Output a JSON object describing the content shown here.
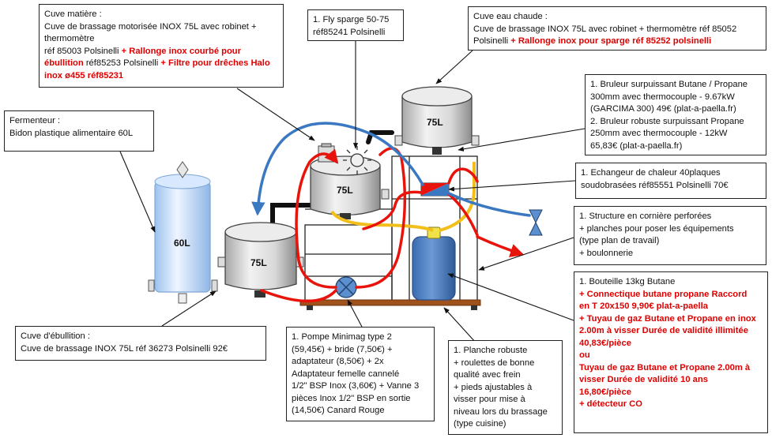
{
  "tanks": {
    "fermenter_volume": "60L",
    "boil_volume": "75L",
    "mash_volume": "75L",
    "hot_volume": "75L"
  },
  "annotations": {
    "cuve_matiere": {
      "lines": [
        {
          "text": "Cuve matière :"
        },
        {
          "text": "Cuve de brassage motorisée INOX 75L avec robinet + thermomètre"
        },
        {
          "text": "réf 85003 Polsinelli ",
          "red": "+ Rallonge inox courbé pour"
        },
        {
          "red": "ébullition",
          "text": " réf85253 Polsinelli ",
          "red2": "+ Filtre pour drêches Halo"
        },
        {
          "red": "inox ø455 réf85231"
        }
      ]
    },
    "fly_sparge": {
      "lines": [
        {
          "text": "1. Fly sparge 50-75"
        },
        {
          "text": "réf85241 Polsinelli"
        }
      ]
    },
    "cuve_eau_chaude": {
      "lines": [
        {
          "text": "Cuve eau chaude :"
        },
        {
          "text": "Cuve de brassage INOX 75L avec robinet + thermomètre  réf 85052"
        },
        {
          "text": "Polsinelli ",
          "red": "+ Rallonge inox pour sparge réf 85252 polsinelli"
        }
      ]
    },
    "fermenteur": {
      "lines": [
        {
          "text": "Fermenteur :"
        },
        {
          "text": "Bidon plastique alimentaire 60L"
        }
      ]
    },
    "bruleurs": {
      "lines": [
        {
          "text": "1. Bruleur surpuissant Butane / Propane"
        },
        {
          "text": "300mm avec thermocouple - 9.67kW"
        },
        {
          "text": "(GARCIMA 300) 49€ (plat-a-paella.fr)"
        },
        {
          "text": "2. Bruleur robuste surpuissant Propane"
        },
        {
          "text": "250mm avec thermocouple - 12kW"
        },
        {
          "text": "65,83€ (plat-a-paella.fr)"
        }
      ]
    },
    "echangeur": {
      "lines": [
        {
          "text": "1. Echangeur de chaleur 40plaques"
        },
        {
          "text": "soudobrasées réf85551 Polsinelli 70€"
        }
      ]
    },
    "structure": {
      "lines": [
        {
          "text": "1. Structure en cornière perforées"
        },
        {
          "text": "+ planches pour poser les équipements"
        },
        {
          "text": "(type plan de travail)"
        },
        {
          "text": "+ boulonnerie"
        }
      ]
    },
    "bouteille": {
      "lines": [
        {
          "text": "1. Bouteille 13kg Butane"
        },
        {
          "red": "+ Connectique butane propane Raccord"
        },
        {
          "red": "en T 20x150 9,90€ plat-a-paella"
        },
        {
          "red": "+ Tuyau de gaz Butane et Propane en inox"
        },
        {
          "red": "2.00m à visser  Durée de validité illimitée"
        },
        {
          "red": "40,83€/pièce"
        },
        {
          "red": "ou"
        },
        {
          "red": "Tuyau de gaz Butane et Propane 2.00m à"
        },
        {
          "red": "visser  Durée de validité  10 ans"
        },
        {
          "red": "16,80€/pièce"
        },
        {
          "red": "+ détecteur CO"
        }
      ]
    },
    "cuve_ebullition": {
      "lines": [
        {
          "text": "Cuve d'ébullition :"
        },
        {
          "text": "Cuve de brassage INOX 75L réf 36273 Polsinelli 92€"
        }
      ]
    },
    "pompe": {
      "lines": [
        {
          "text": "1. Pompe Minimag type 2"
        },
        {
          "text": "(59,45€) + bride (7,50€) +"
        },
        {
          "text": "adaptateur (8,50€) + 2x"
        },
        {
          "text": "Adaptateur femelle cannelé"
        },
        {
          "text": "1/2\" BSP Inox (3,60€) + Vanne 3"
        },
        {
          "text": "pièces Inox 1/2\" BSP en sortie"
        },
        {
          "text": "(14,50€) Canard Rouge"
        }
      ]
    },
    "planche": {
      "lines": [
        {
          "text": "1. Planche robuste"
        },
        {
          "text": "+ roulettes de bonne"
        },
        {
          "text": "qualité avec frein"
        },
        {
          "text": "+ pieds ajustables à"
        },
        {
          "text": "visser pour mise à"
        },
        {
          "text": "niveau lors du brassage"
        },
        {
          "text": "(type cuisine)"
        }
      ]
    }
  },
  "colors": {
    "hot": "#e8140c",
    "cold": "#3a78c2",
    "gas": "#f2bf1a",
    "drain": "#111111",
    "frame": "#a0521d",
    "bottle": "#4a7fc0"
  }
}
